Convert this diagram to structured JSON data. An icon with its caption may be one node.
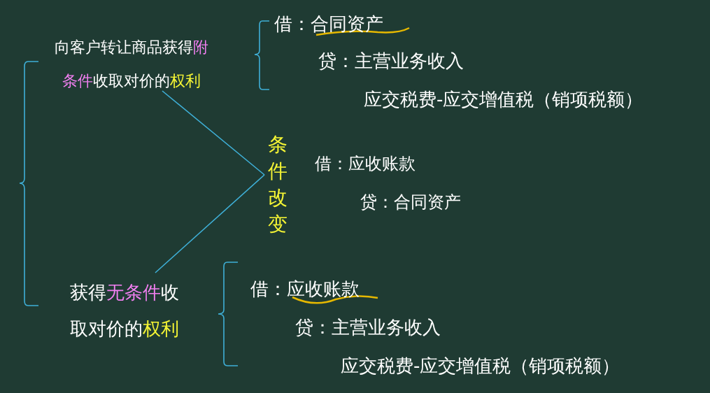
{
  "diagram": {
    "nodes": [
      {
        "text": [
          "向客户转让商品获得附条件收取对价的权利"
        ]
      },
      {
        "text": [
          "获得无条件收取对价的权利"
        ]
      },
      {
        "text": [
          "条件改变"
        ]
      }
    ],
    "edges": [
      {
        "from": 0,
        "to": 2,
        "arrow": "none"
      },
      {
        "from": 1,
        "to": 2,
        "arrow": "none"
      }
    ],
    "labels": [
      "借：合同资产",
      "贷：主营业务收入",
      "应交税费-应交增值税（销项税额）",
      "借：应收账款",
      "贷：合同资产",
      "借：应收账款",
      "贷：主营业务收入",
      "应交税费-应交增值税（销项税额）"
    ]
  }
}
